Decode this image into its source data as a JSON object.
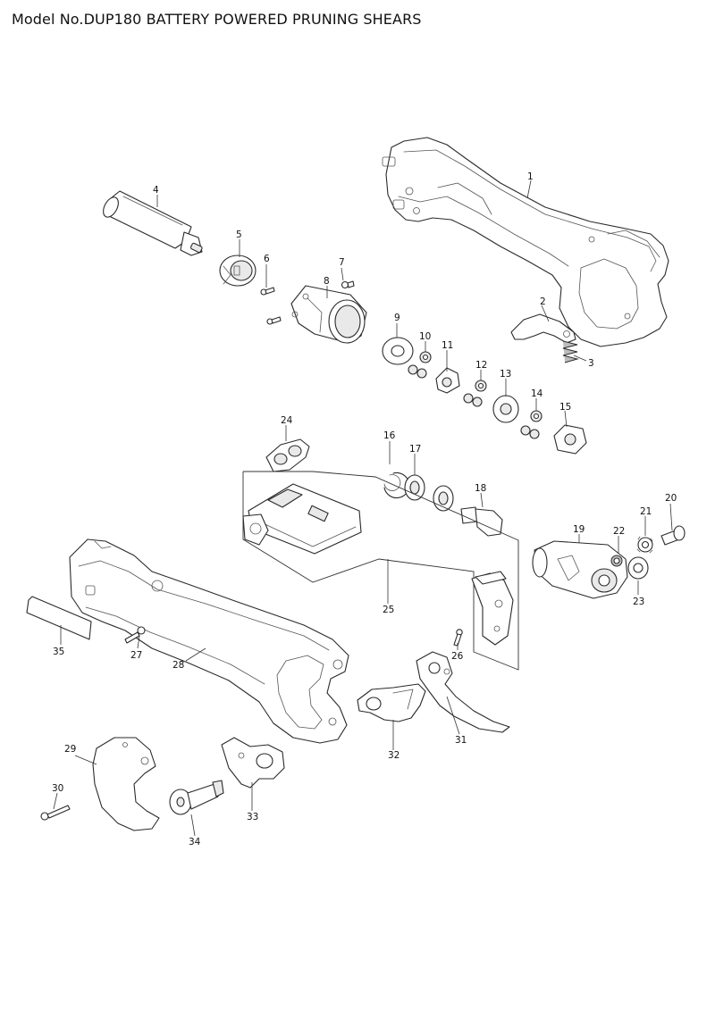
{
  "title": "Model No.DUP180 BATTERY POWERED PRUNING SHEARS",
  "parts": [
    {
      "no": "1"
    },
    {
      "no": "2"
    },
    {
      "no": "3"
    },
    {
      "no": "4"
    },
    {
      "no": "5"
    },
    {
      "no": "6"
    },
    {
      "no": "7"
    },
    {
      "no": "8"
    },
    {
      "no": "9"
    },
    {
      "no": "10"
    },
    {
      "no": "11"
    },
    {
      "no": "12"
    },
    {
      "no": "13"
    },
    {
      "no": "14"
    },
    {
      "no": "15"
    },
    {
      "no": "16"
    },
    {
      "no": "17"
    },
    {
      "no": "18"
    },
    {
      "no": "19"
    },
    {
      "no": "20"
    },
    {
      "no": "21"
    },
    {
      "no": "22"
    },
    {
      "no": "23"
    },
    {
      "no": "24"
    },
    {
      "no": "25"
    },
    {
      "no": "26"
    },
    {
      "no": "27"
    },
    {
      "no": "28"
    },
    {
      "no": "29"
    },
    {
      "no": "30"
    },
    {
      "no": "31"
    },
    {
      "no": "32"
    },
    {
      "no": "33"
    },
    {
      "no": "34"
    },
    {
      "no": "35"
    }
  ]
}
